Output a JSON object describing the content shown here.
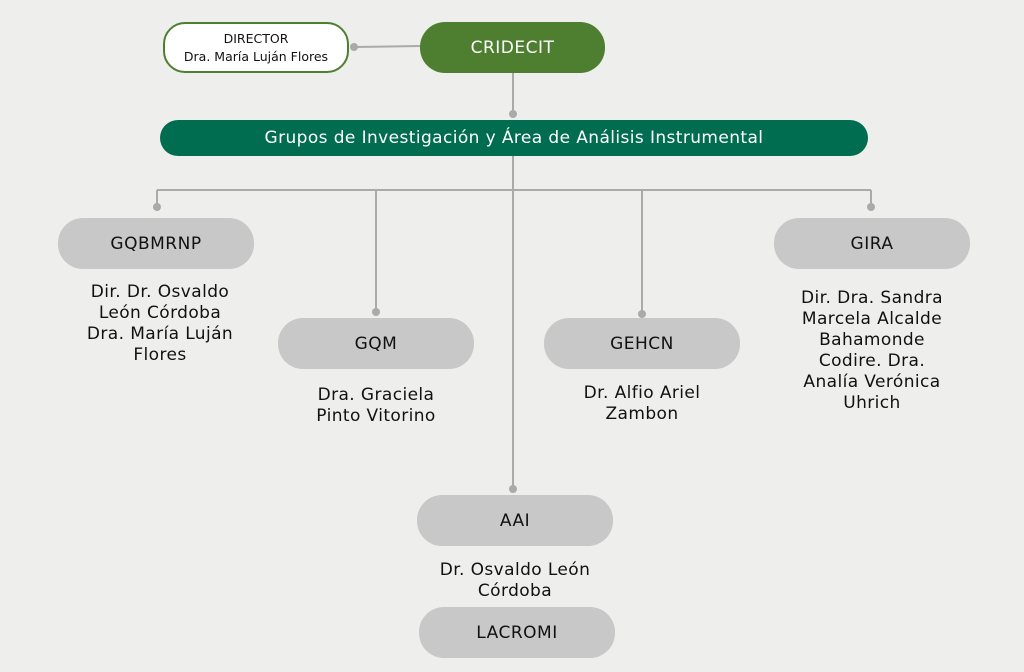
{
  "director": {
    "role": "DIRECTOR",
    "name": "Dra. María Luján Flores"
  },
  "root": {
    "label": "CRIDECIT"
  },
  "group_header": {
    "label": "Grupos de Investigación y Área de Análisis Instrumental"
  },
  "groups": [
    {
      "name": "GQBMRNP",
      "people": "Dir. Dr. Osvaldo\nLeón Córdoba\nDra. María Luján\nFlores"
    },
    {
      "name": "GQM",
      "people": "Dra. Graciela\nPinto Vitorino"
    },
    {
      "name": "AAI",
      "people": "Dr. Osvaldo León\nCórdoba"
    },
    {
      "name": "GEHCN",
      "people": "Dr. Alfio Ariel\nZambon"
    },
    {
      "name": "GIRA",
      "people": "Dir. Dra. Sandra\nMarcela Alcalde\nBahamonde\nCodire. Dra.\nAnalía Verónica\nUhrich"
    }
  ],
  "lab": {
    "label": "LACROMI"
  },
  "colors": {
    "green": "#4e7e2f",
    "teal": "#006d50",
    "grey_box": "#c8c8c8",
    "connector": "#aaaaaa",
    "background": "#eeeeec"
  }
}
